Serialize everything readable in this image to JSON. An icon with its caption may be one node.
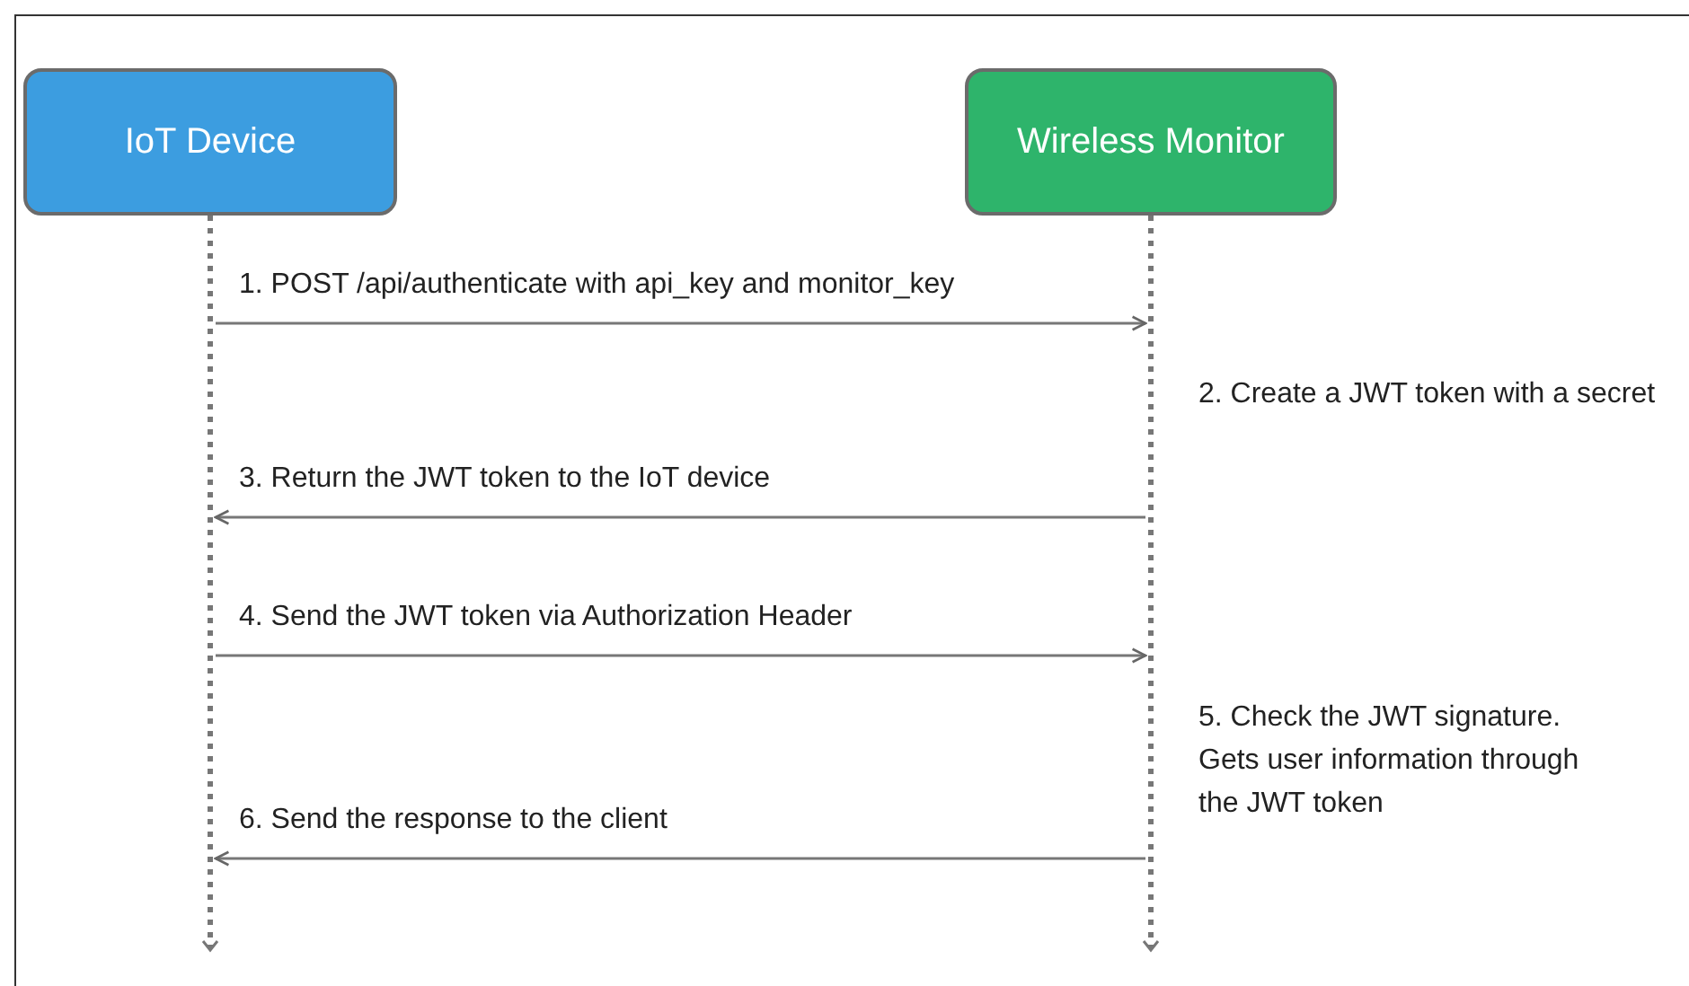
{
  "diagram": {
    "nodes": [
      {
        "text": [
          "IoT Device"
        ]
      },
      {
        "text": [
          "Wireless Monitor"
        ]
      }
    ],
    "edges": [
      {
        "from": 0,
        "to": 1,
        "arrow": "to",
        "label": "1. POST /api/authenticate with api_key and monitor_key"
      },
      {
        "from": 1,
        "to": 0,
        "arrow": "to",
        "label": "3. Return the JWT token to the IoT device"
      },
      {
        "from": 0,
        "to": 1,
        "arrow": "to",
        "label": "4. Send the JWT token via Authorization Header"
      },
      {
        "from": 1,
        "to": 0,
        "arrow": "to",
        "label": "6. Send the response to the client"
      }
    ],
    "labels": [
      "2. Create a JWT token with a secret",
      "5. Check the JWT signature. Gets user information through the JWT token"
    ]
  }
}
